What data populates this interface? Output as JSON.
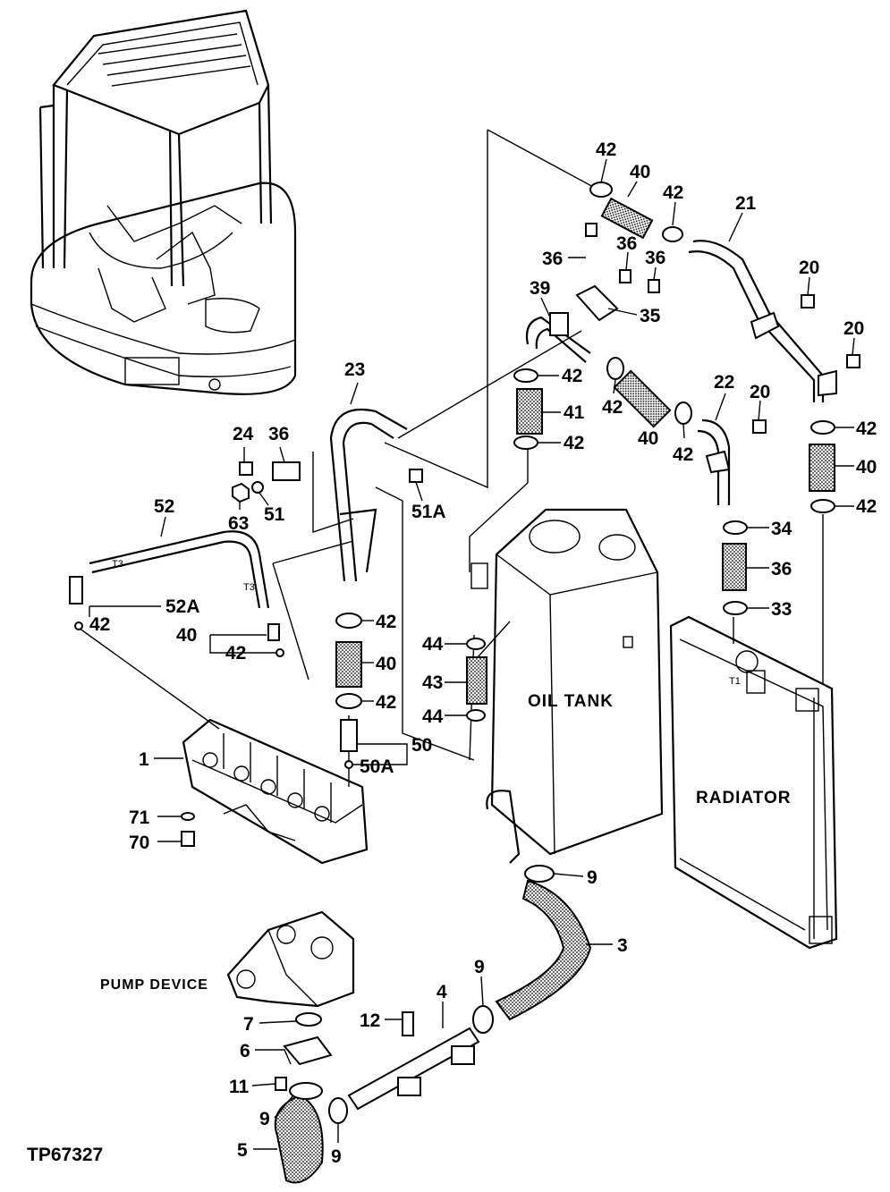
{
  "drawing_id": "TP67327",
  "captions": {
    "oil_tank": "OIL TANK",
    "radiator": "RADIATOR",
    "pump_device": "PUMP DEVICE"
  },
  "hose_markings": [
    "T3",
    "T3",
    "T1"
  ],
  "callouts": [
    {
      "id": "c42a",
      "label": "42"
    },
    {
      "id": "c40a",
      "label": "40"
    },
    {
      "id": "c42b",
      "label": "42"
    },
    {
      "id": "c21",
      "label": "21"
    },
    {
      "id": "c20a",
      "label": "20"
    },
    {
      "id": "c20b",
      "label": "20"
    },
    {
      "id": "c36a",
      "label": "36"
    },
    {
      "id": "c36b",
      "label": "36"
    },
    {
      "id": "c36c",
      "label": "36"
    },
    {
      "id": "c39",
      "label": "39"
    },
    {
      "id": "c35",
      "label": "35"
    },
    {
      "id": "c42c",
      "label": "42"
    },
    {
      "id": "c41",
      "label": "41"
    },
    {
      "id": "c42d",
      "label": "42"
    },
    {
      "id": "c42e",
      "label": "42"
    },
    {
      "id": "c40b",
      "label": "40"
    },
    {
      "id": "c42f",
      "label": "42"
    },
    {
      "id": "c22",
      "label": "22"
    },
    {
      "id": "c20c",
      "label": "20"
    },
    {
      "id": "c42g",
      "label": "42"
    },
    {
      "id": "c40c",
      "label": "40"
    },
    {
      "id": "c42h",
      "label": "42"
    },
    {
      "id": "c34",
      "label": "34"
    },
    {
      "id": "c36d",
      "label": "36"
    },
    {
      "id": "c33",
      "label": "33"
    },
    {
      "id": "c23",
      "label": "23"
    },
    {
      "id": "c24",
      "label": "24"
    },
    {
      "id": "c36e",
      "label": "36"
    },
    {
      "id": "c63",
      "label": "63"
    },
    {
      "id": "c51",
      "label": "51"
    },
    {
      "id": "c51a",
      "label": "51A"
    },
    {
      "id": "c52",
      "label": "52"
    },
    {
      "id": "c52a",
      "label": "52A"
    },
    {
      "id": "c42i",
      "label": "42"
    },
    {
      "id": "c40d",
      "label": "40"
    },
    {
      "id": "c42j",
      "label": "42"
    },
    {
      "id": "c42k",
      "label": "42"
    },
    {
      "id": "c40e",
      "label": "40"
    },
    {
      "id": "c42l",
      "label": "42"
    },
    {
      "id": "c44a",
      "label": "44"
    },
    {
      "id": "c43",
      "label": "43"
    },
    {
      "id": "c44b",
      "label": "44"
    },
    {
      "id": "c50",
      "label": "50"
    },
    {
      "id": "c50a",
      "label": "50A"
    },
    {
      "id": "c1",
      "label": "1"
    },
    {
      "id": "c71",
      "label": "71"
    },
    {
      "id": "c70",
      "label": "70"
    },
    {
      "id": "c9a",
      "label": "9"
    },
    {
      "id": "c3",
      "label": "3"
    },
    {
      "id": "c9b",
      "label": "9"
    },
    {
      "id": "c4",
      "label": "4"
    },
    {
      "id": "c12",
      "label": "12"
    },
    {
      "id": "c7",
      "label": "7"
    },
    {
      "id": "c6",
      "label": "6"
    },
    {
      "id": "c11",
      "label": "11"
    },
    {
      "id": "c9c",
      "label": "9"
    },
    {
      "id": "c5",
      "label": "5"
    },
    {
      "id": "c9d",
      "label": "9"
    }
  ]
}
